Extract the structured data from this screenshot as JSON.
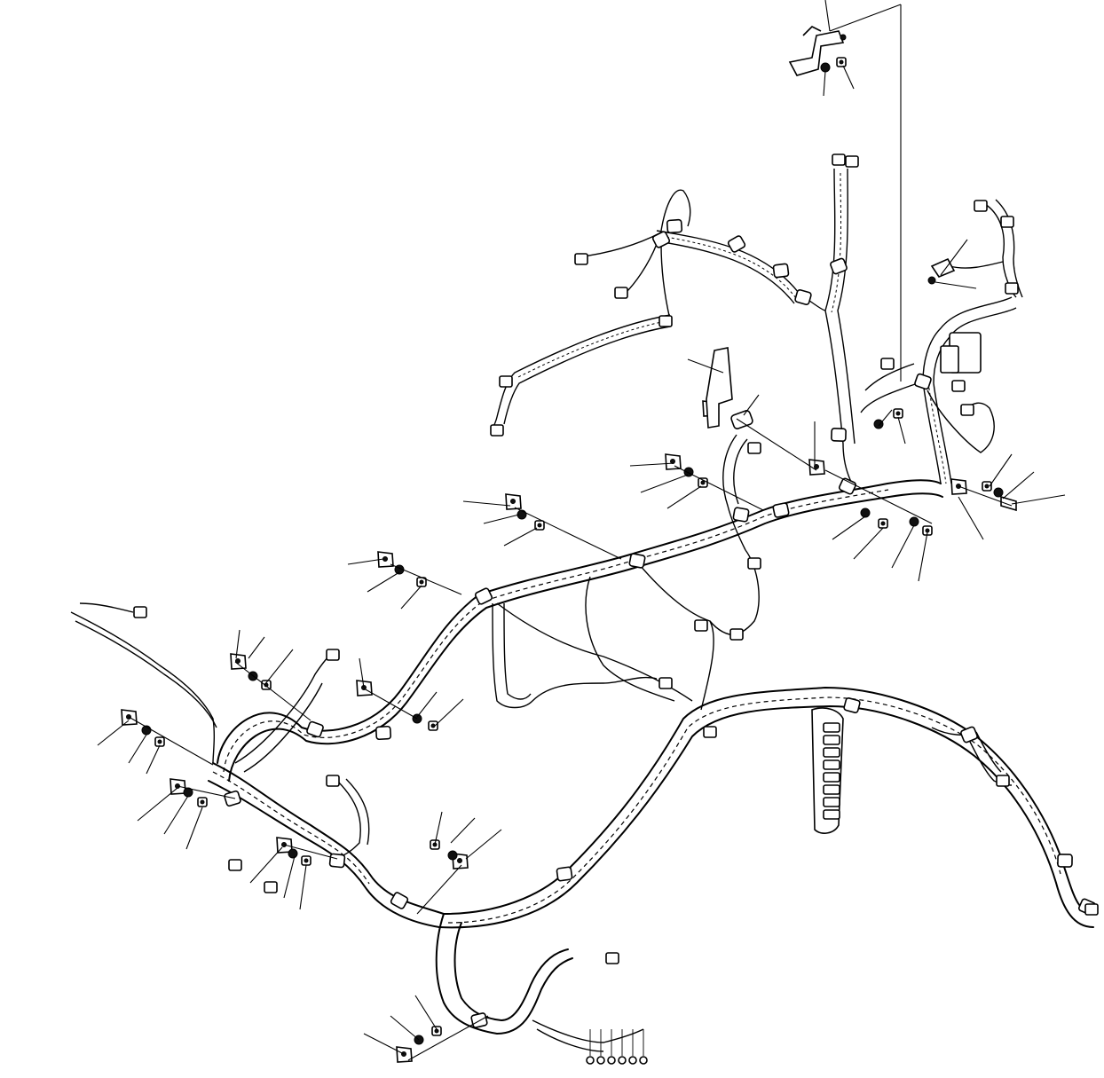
{
  "diagram": {
    "description_visible_text": [],
    "colors": {
      "line": "#000000",
      "background": "#ffffff"
    },
    "parts": {
      "brackets": 16,
      "bolts": 16,
      "washers": 14,
      "clamps": 18,
      "connectors": 14,
      "leader_lines": 56
    }
  }
}
